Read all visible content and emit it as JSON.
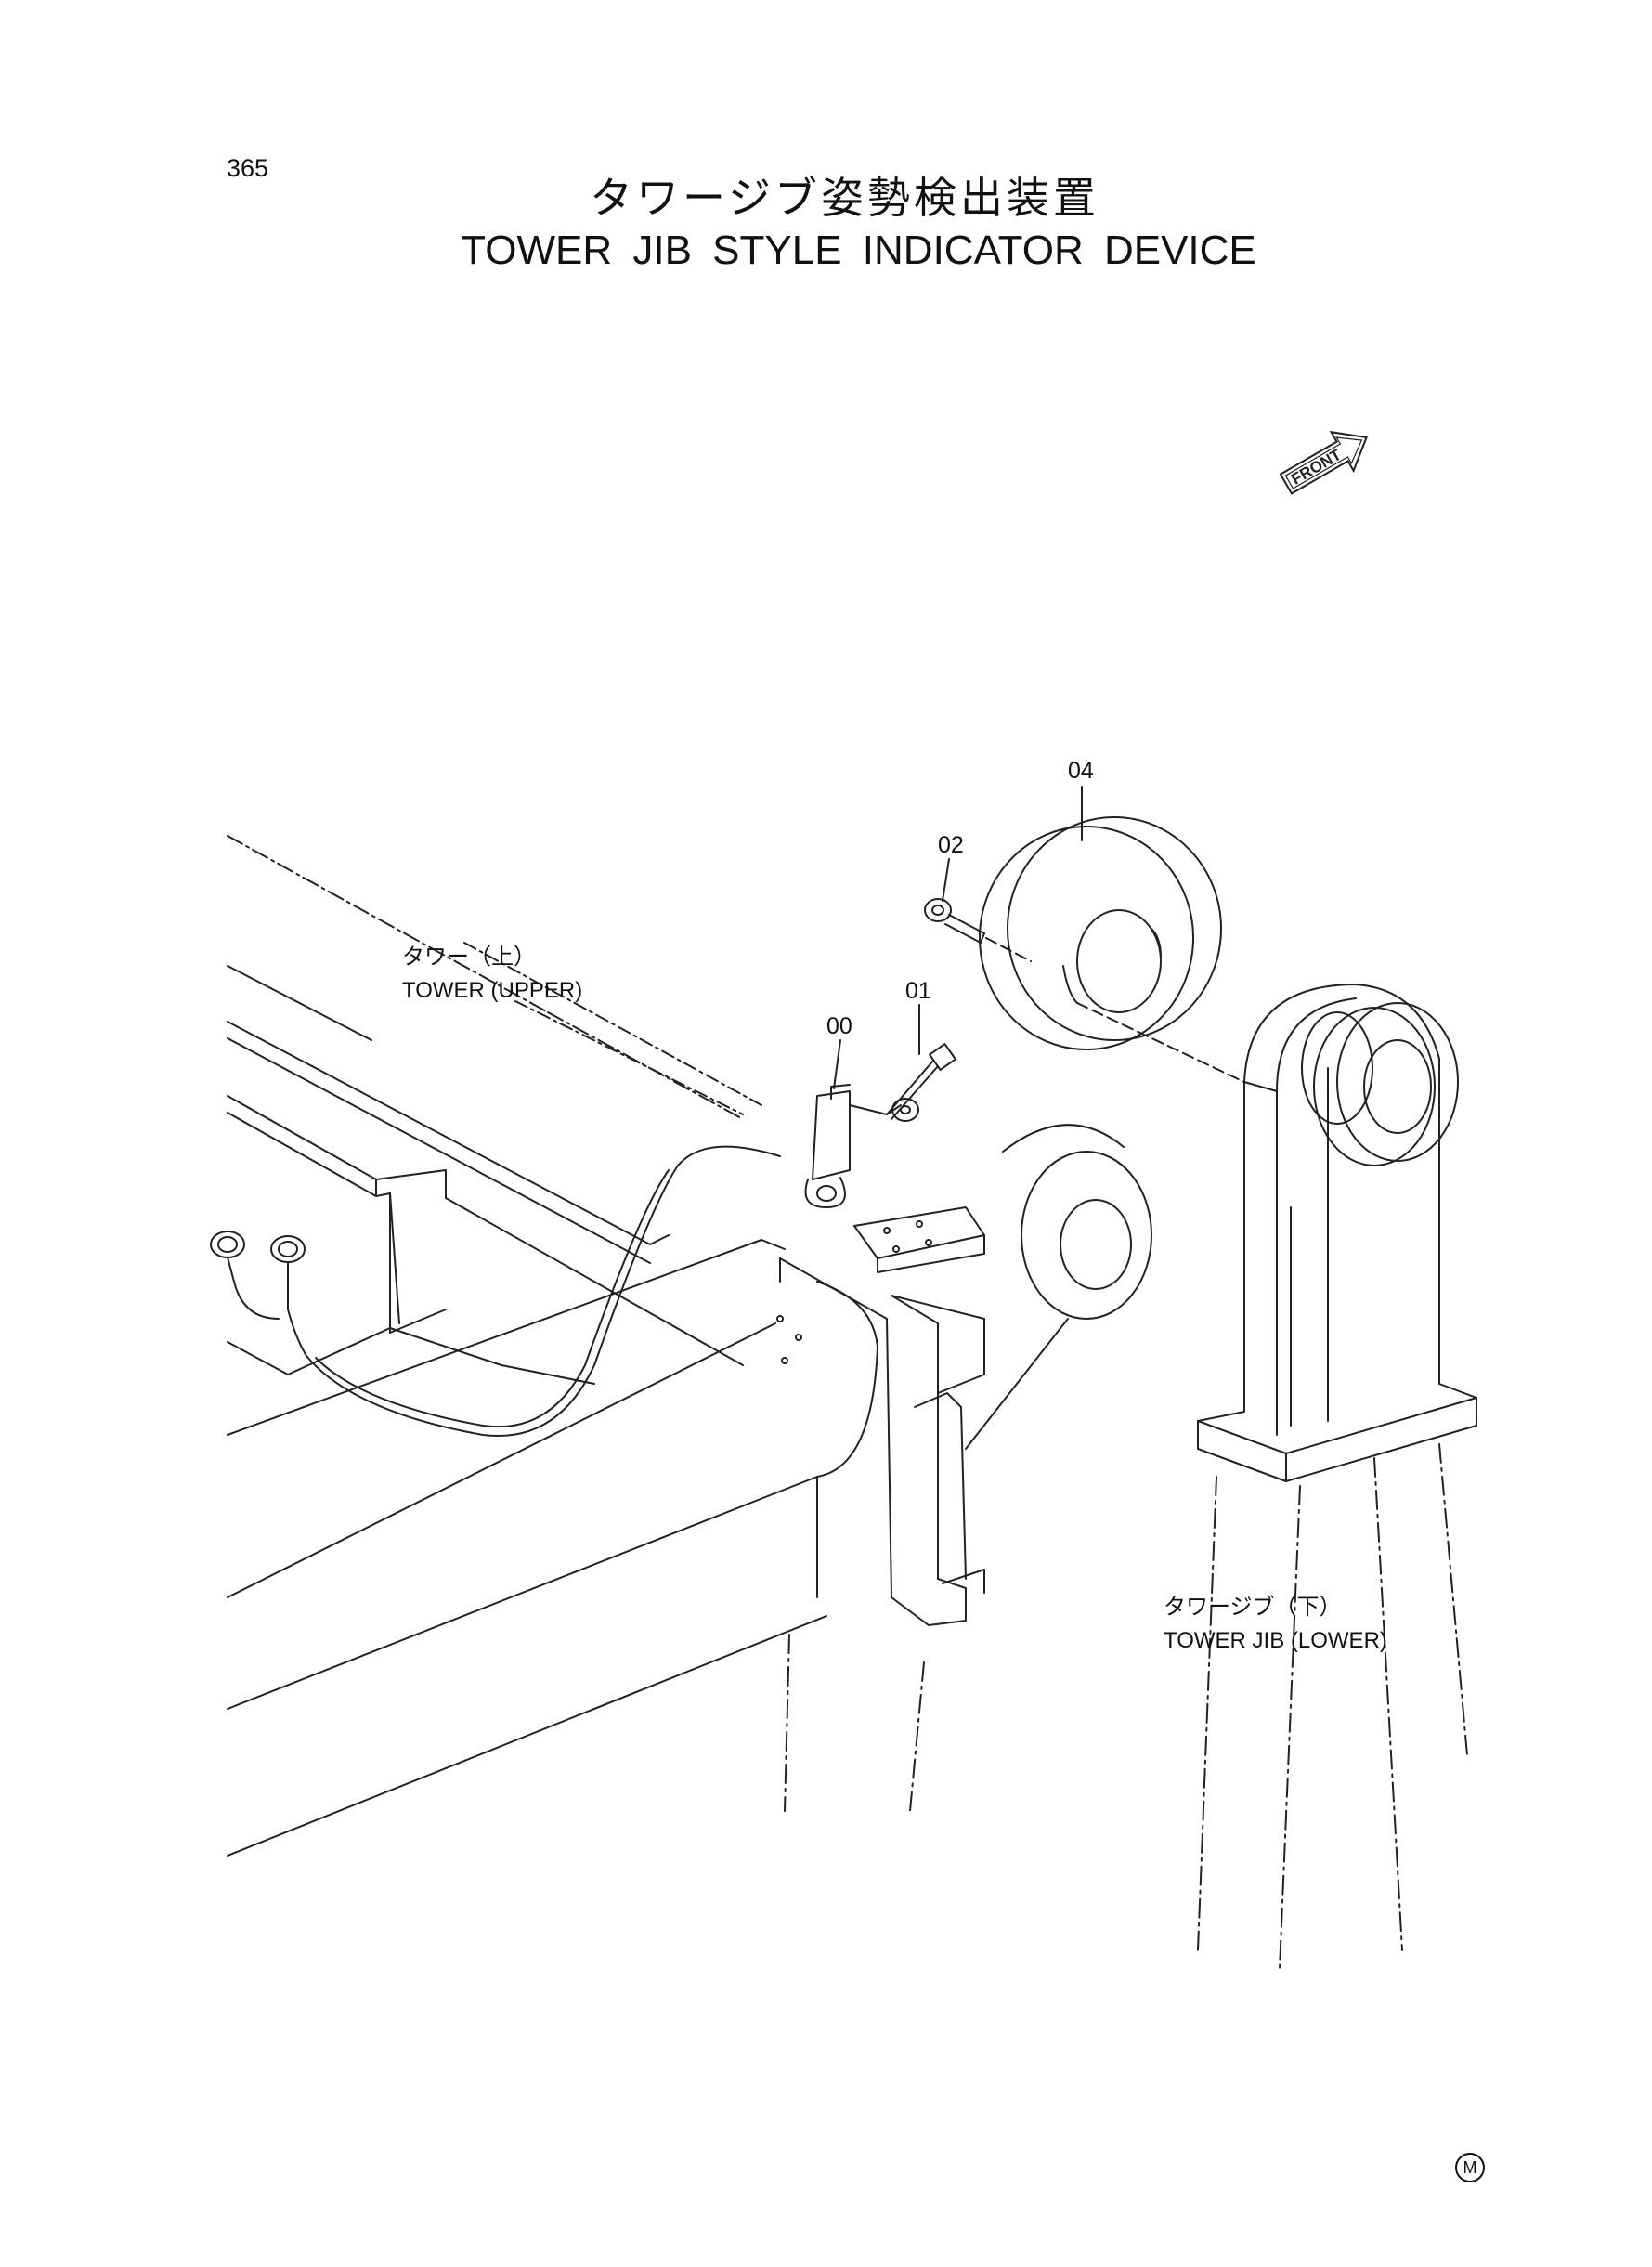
{
  "page": {
    "number": "365"
  },
  "title": {
    "japanese": "タワージブ姿勢検出装置",
    "english": "TOWER JIB STYLE INDICATOR DEVICE"
  },
  "orientation": {
    "front_label": "FRONT"
  },
  "labels": {
    "tower_upper_jp": "タワー（上）",
    "tower_upper_en": "TOWER (UPPER)",
    "tower_jib_lower_jp": "タワージブ（下）",
    "tower_jib_lower_en": "TOWER JIB (LOWER)"
  },
  "part_numbers": [
    "00",
    "01",
    "02",
    "04"
  ],
  "mark": {
    "symbol": "M"
  }
}
